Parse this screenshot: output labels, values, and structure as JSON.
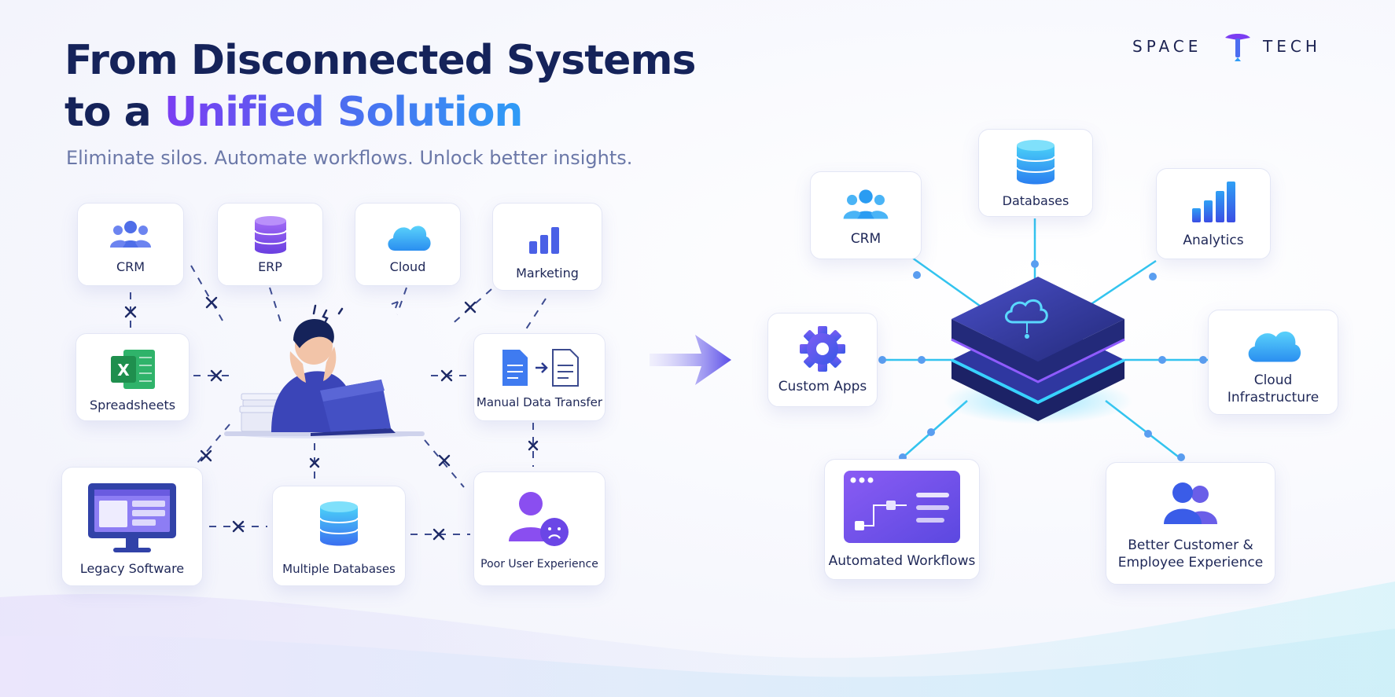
{
  "title": {
    "line1": "From Disconnected Systems",
    "line2_prefix": "to a",
    "line2_highlight": "Unified Solution"
  },
  "subtitle": "Eliminate silos. Automate workflows. Unlock better insights.",
  "brand": {
    "word1": "SPACE",
    "word2": "TECH"
  },
  "left_cards": [
    {
      "label": "CRM",
      "icon": "users-icon"
    },
    {
      "label": "ERP",
      "icon": "database-icon"
    },
    {
      "label": "Cloud",
      "icon": "cloud-icon"
    },
    {
      "label": "Marketing",
      "icon": "bar-chart-icon"
    },
    {
      "label": "Spreadsheets",
      "icon": "excel-icon"
    },
    {
      "label": "Manual Data Transfer",
      "icon": "document-transfer-icon"
    },
    {
      "label": "Legacy Software",
      "icon": "monitor-icon"
    },
    {
      "label": "Multiple Databases",
      "icon": "database-icon"
    },
    {
      "label": "Poor User Experience",
      "icon": "unhappy-user-icon"
    }
  ],
  "right_cards": [
    {
      "label": "CRM",
      "icon": "users-icon"
    },
    {
      "label": "Databases",
      "icon": "database-icon"
    },
    {
      "label": "Analytics",
      "icon": "bar-chart-icon"
    },
    {
      "label": "Custom Apps",
      "icon": "gear-icon"
    },
    {
      "label": "Cloud Infrastructure",
      "icon": "cloud-icon"
    },
    {
      "label": "Automated Workflows",
      "icon": "workflow-window-icon"
    },
    {
      "label": "Better Customer & Employee Experience",
      "icon": "users-icon"
    }
  ],
  "colors": {
    "navy": "#15235a",
    "purple": "#7b3df2",
    "blue": "#3a62e8",
    "cyan": "#22c8f0",
    "excel_green": "#1f8f4e"
  }
}
